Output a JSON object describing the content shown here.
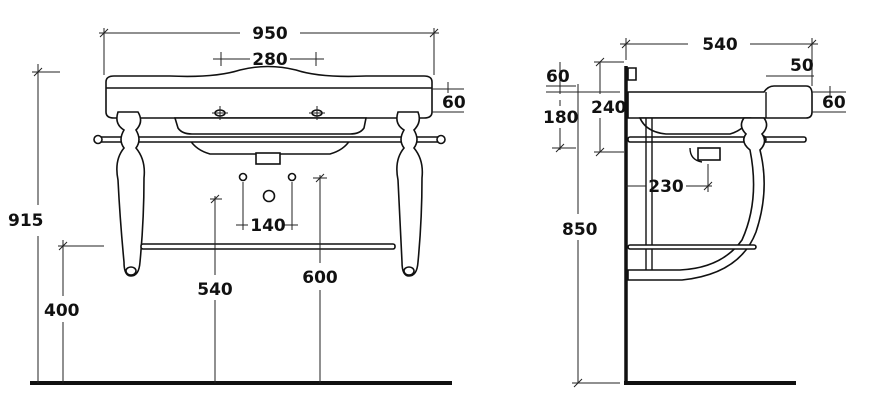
{
  "front_view": {
    "dimensions": {
      "overall_width": "950",
      "tap_spacing": "280",
      "rim_thickness": "60",
      "total_height": "915",
      "towel_bar_height": "400",
      "waste_spacing": "140",
      "waste_height": "540",
      "supply_height": "600"
    }
  },
  "side_view": {
    "dimensions": {
      "overall_depth": "540",
      "top_thickness": "60",
      "bowl_depth": "180",
      "basin_height": "240",
      "front_rim": "50",
      "front_thickness": "60",
      "rim_height": "850",
      "waste_offset": "230"
    }
  }
}
